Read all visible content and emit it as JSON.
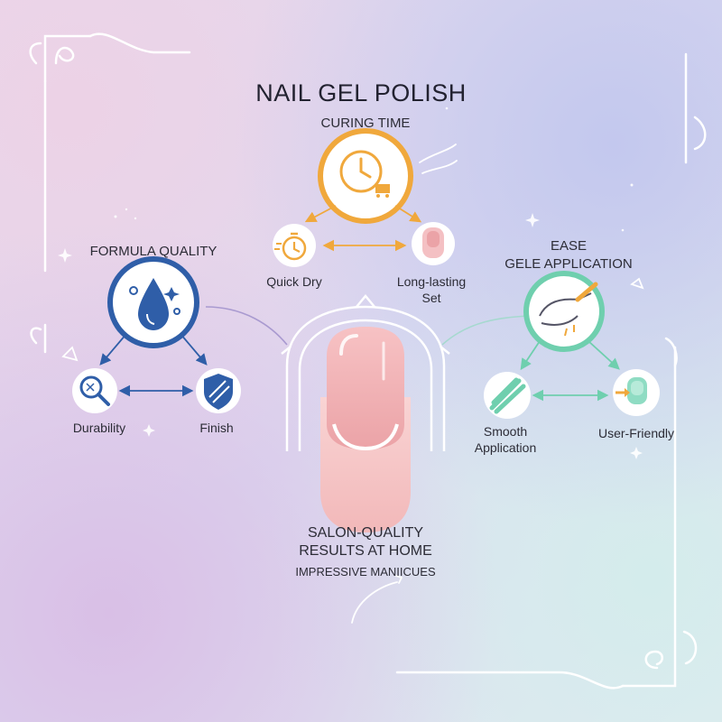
{
  "title": "NAIL GEL POLISH",
  "curing": {
    "heading": "CURING TIME",
    "left_label": "Quick Dry",
    "right_label_line1": "Long-lasting",
    "right_label_line2": "Set",
    "color": "#f0a83c"
  },
  "formula": {
    "heading": "FORMULA QUALITY",
    "left_label": "Durability",
    "right_label": "Finish",
    "color": "#2f5ea8"
  },
  "ease": {
    "heading_line1": "EASE",
    "heading_line2": "GELE APPLICATION",
    "left_label_line1": "Smooth",
    "left_label_line2": "Application",
    "right_label": "User-Friendly",
    "color": "#6fcfae"
  },
  "center": {
    "line1": "SALON-QUALITY",
    "line2": "RESULTS AT HOME",
    "line3": "IMPRESSIVE MANIICUES",
    "nail_color": "#f3b5b7"
  },
  "icons": {
    "curing_main": "clock-icon",
    "quick_dry": "stopwatch-icon",
    "long_lasting": "nail-icon",
    "formula_main": "droplet-icon",
    "durability": "magnifier-icon",
    "finish": "shield-icon",
    "ease_main": "hand-brush-icon",
    "smooth": "brush-stroke-icon",
    "user_friendly": "nail-arrow-icon"
  }
}
